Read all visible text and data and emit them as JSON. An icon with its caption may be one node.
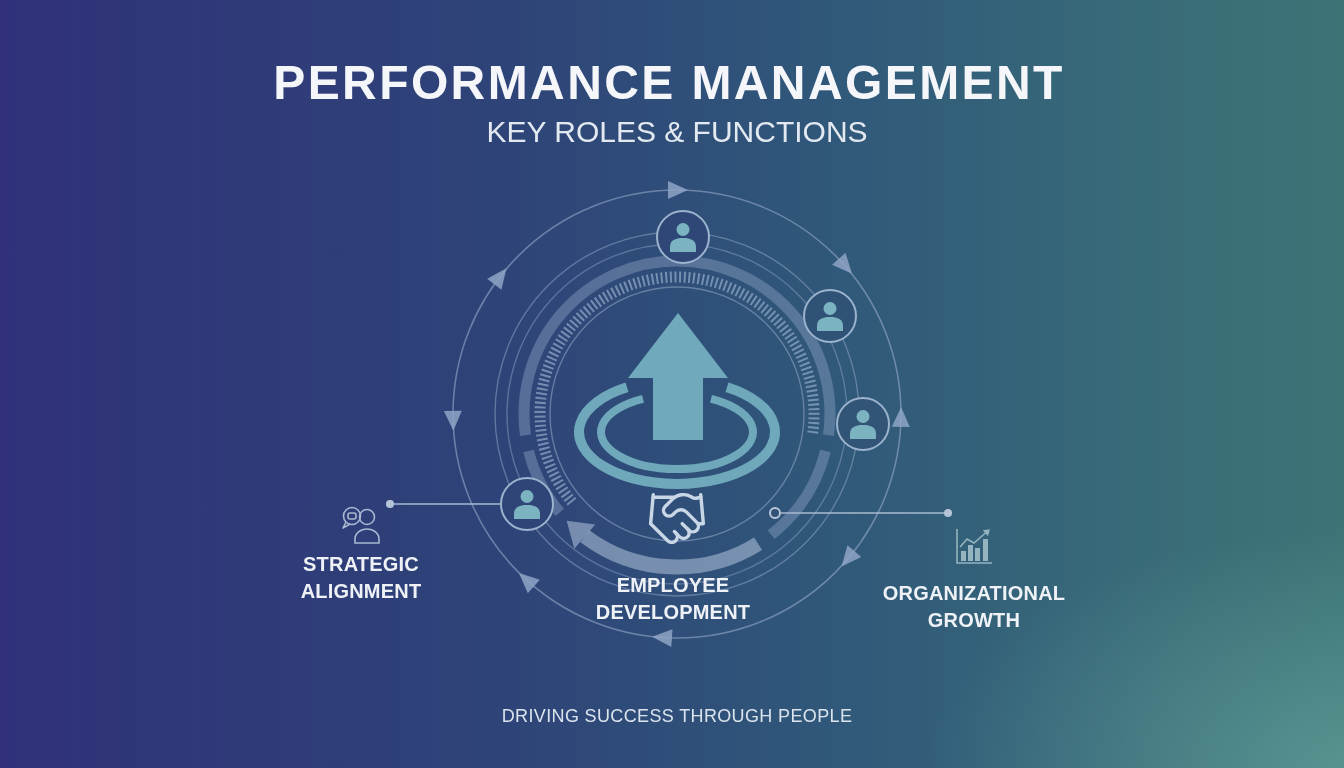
{
  "diagram": {
    "title": "PERFORMANCE MANAGEMENT",
    "nodes": [
      {
        "text": [],
        "shape": "person"
      },
      {
        "text": [],
        "shape": "person"
      },
      {
        "text": [],
        "shape": "person"
      },
      {
        "text": [],
        "shape": "person"
      },
      {
        "text": [],
        "shape": "circle"
      },
      {
        "text": [
          "STRATEGIC ALIGNMENT"
        ]
      },
      {
        "text": [
          "EMPLOYEE DEVELOPMENT"
        ]
      },
      {
        "text": [
          "ORGANIZATIONAL GROWTH"
        ]
      }
    ],
    "edges": [
      {
        "from": 5,
        "to": 3,
        "arrow": "other"
      },
      {
        "from": 7,
        "to": 4,
        "arrow": "other"
      }
    ],
    "labels": [
      "KEY ROLES & FUNCTIONS"
    ],
    "caption": "DRIVING SUCCESS THROUGH PEOPLE"
  }
}
